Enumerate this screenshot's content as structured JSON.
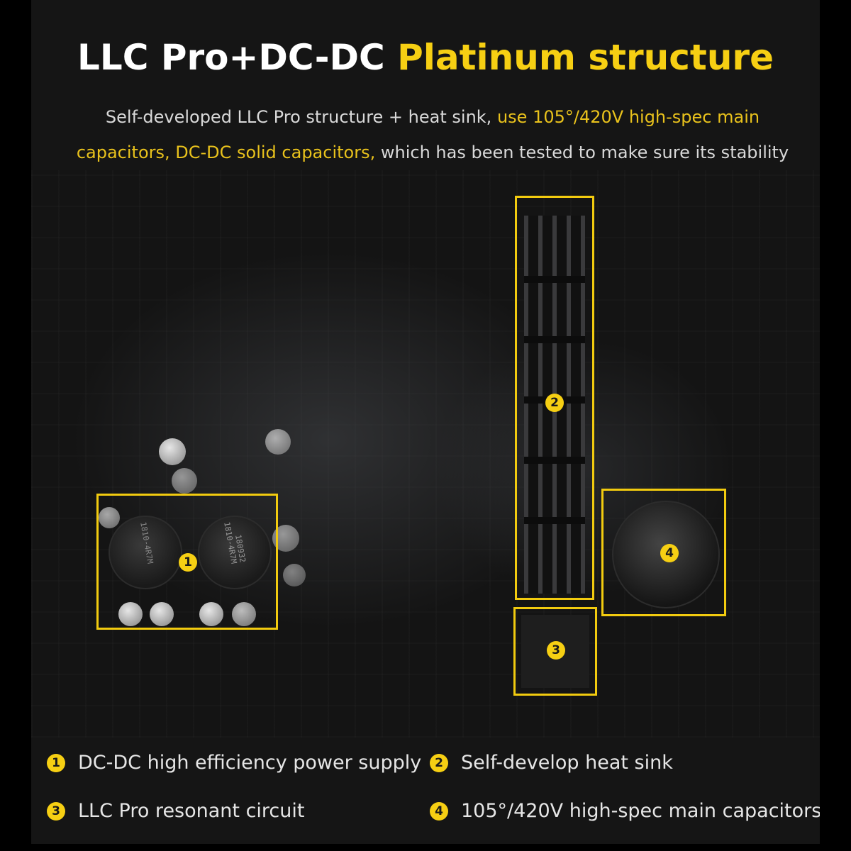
{
  "header": {
    "title_white": "LLC Pro+DC-DC",
    "title_yellow": "Platinum structure",
    "subtitle_line1_white": "Self-developed LLC Pro structure + heat sink,",
    "subtitle_line1_yellow": "use 105°/420V high-spec main",
    "subtitle_line2_yellow": "capacitors, DC-DC solid capacitors,",
    "subtitle_line2_white": "which has been tested to make sure its stability"
  },
  "callouts": [
    {
      "number": "1",
      "label": "DC-DC high efficiency power supply"
    },
    {
      "number": "2",
      "label": "Self-develop heat sink"
    },
    {
      "number": "3",
      "label": "LLC Pro resonant circuit"
    },
    {
      "number": "4",
      "label": "105°/420V high-spec main capacitors"
    }
  ],
  "photo_markings": {
    "inductor_a": "1810-4R7M",
    "inductor_b": "180932"
  },
  "colors": {
    "accent": "#f6cf13",
    "background": "#151515",
    "text": "#e6e6e6"
  }
}
